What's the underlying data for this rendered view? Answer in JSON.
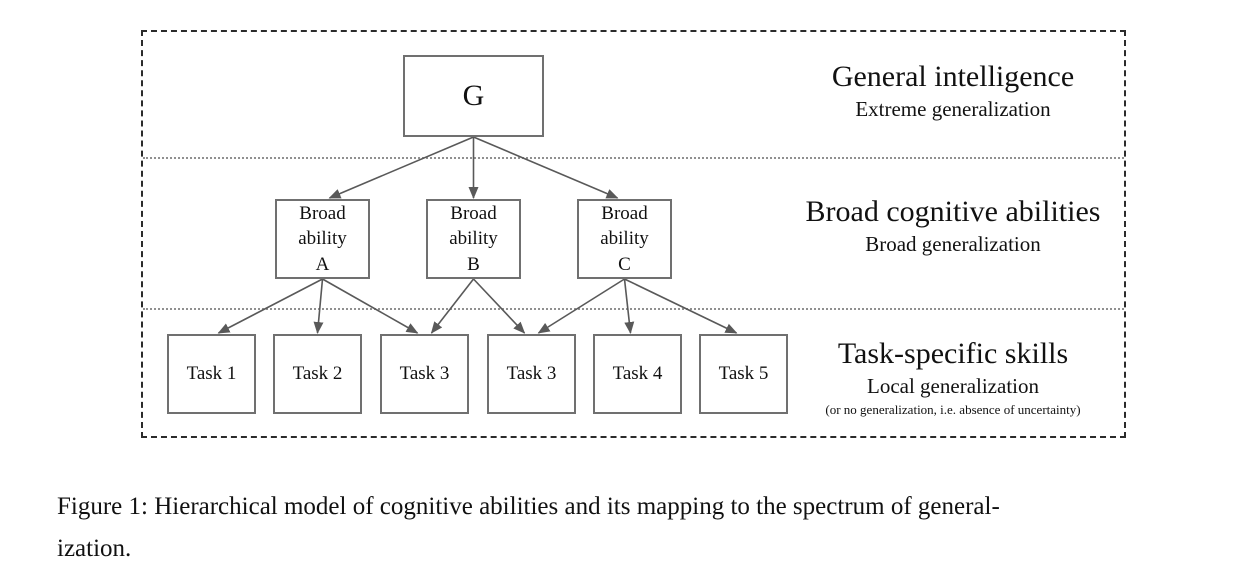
{
  "figure": {
    "nodes": {
      "g": {
        "label": "G"
      },
      "broad_a": {
        "label": "Broad\nability\nA"
      },
      "broad_b": {
        "label": "Broad\nability\nB"
      },
      "broad_c": {
        "label": "Broad\nability\nC"
      },
      "task_1": {
        "label": "Task 1"
      },
      "task_2": {
        "label": "Task 2"
      },
      "task_3a": {
        "label": "Task 3"
      },
      "task_3b": {
        "label": "Task 3"
      },
      "task_4": {
        "label": "Task 4"
      },
      "task_5": {
        "label": "Task 5"
      }
    },
    "edges": [
      {
        "from": "g",
        "to": "broad_a"
      },
      {
        "from": "g",
        "to": "broad_b"
      },
      {
        "from": "g",
        "to": "broad_c"
      },
      {
        "from": "broad_a",
        "to": "task_1"
      },
      {
        "from": "broad_a",
        "to": "task_2"
      },
      {
        "from": "broad_a",
        "to": "task_3a"
      },
      {
        "from": "broad_b",
        "to": "task_3a"
      },
      {
        "from": "broad_b",
        "to": "task_3b"
      },
      {
        "from": "broad_c",
        "to": "task_3b"
      },
      {
        "from": "broad_c",
        "to": "task_4"
      },
      {
        "from": "broad_c",
        "to": "task_5"
      }
    ],
    "levels": [
      {
        "title": "General intelligence",
        "subtitle": "Extreme generalization"
      },
      {
        "title": "Broad cognitive abilities",
        "subtitle": "Broad generalization"
      },
      {
        "title": "Task-specific skills",
        "subtitle": "Local generalization",
        "note": "(or no generalization, i.e. absence of uncertainty)"
      }
    ],
    "colors": {
      "frame_border": "#2b2b2b",
      "box_border": "#707070",
      "arrow": "#595959",
      "separator": "#909090",
      "text": "#111111"
    }
  },
  "caption": {
    "text": "Figure 1: Hierarchical model of cognitive abilities and its mapping to the spectrum of general-\nization."
  }
}
